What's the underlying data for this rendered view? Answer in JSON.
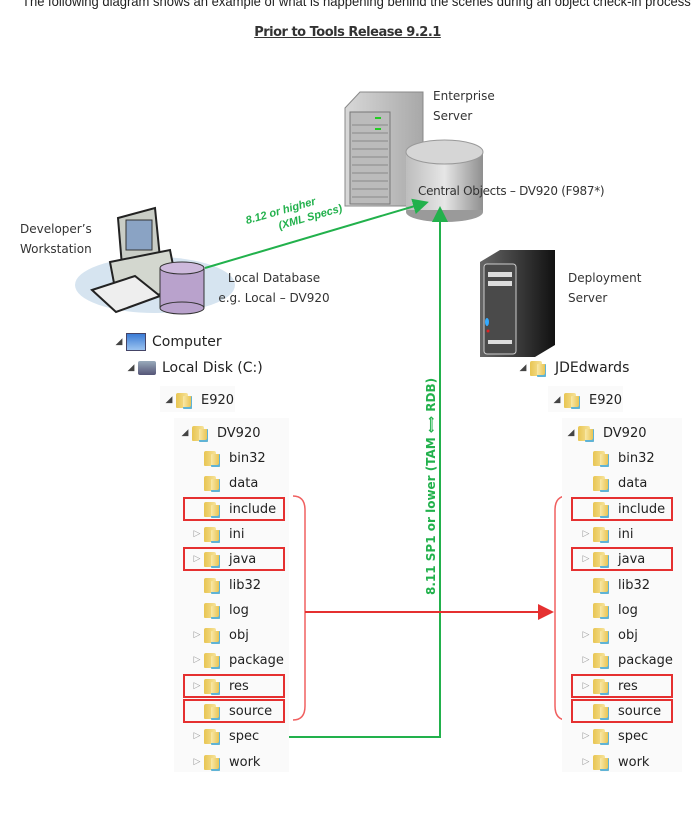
{
  "intro_text": "The following diagram shows an example of what is happening behind the scenes during an object check-in process for",
  "title": "Prior to Tools Release 9.2.1",
  "nodes": {
    "workstation": [
      "Developer’s",
      "Workstation"
    ],
    "local_db": [
      "Local Database",
      "e.g. Local – DV920"
    ],
    "enterprise_server": [
      "Enterprise",
      "Server"
    ],
    "central_objects": "Central Objects – DV920 (F987*)",
    "deployment_server": [
      "Deployment",
      "Server"
    ]
  },
  "connections": {
    "xml_specs_line1": "8.12 or higher",
    "xml_specs_line2": "(XML Specs)",
    "tam_rdb": "8.11 SP1 or lower (TAM ⟺ RDB)",
    "green_color": "#22b14c",
    "red_color": "#e53030"
  },
  "left_tree": {
    "computer": "Computer",
    "local_disk": "Local Disk (C:)",
    "e920": "E920",
    "dv920": "DV920",
    "folders": [
      {
        "name": "bin32",
        "expandable": false,
        "highlighted": false
      },
      {
        "name": "data",
        "expandable": false,
        "highlighted": false
      },
      {
        "name": "include",
        "expandable": false,
        "highlighted": true
      },
      {
        "name": "ini",
        "expandable": true,
        "highlighted": false
      },
      {
        "name": "java",
        "expandable": true,
        "highlighted": true
      },
      {
        "name": "lib32",
        "expandable": false,
        "highlighted": false
      },
      {
        "name": "log",
        "expandable": false,
        "highlighted": false
      },
      {
        "name": "obj",
        "expandable": true,
        "highlighted": false
      },
      {
        "name": "package",
        "expandable": true,
        "highlighted": false
      },
      {
        "name": "res",
        "expandable": true,
        "highlighted": true
      },
      {
        "name": "source",
        "expandable": false,
        "highlighted": true
      },
      {
        "name": "spec",
        "expandable": true,
        "highlighted": false
      },
      {
        "name": "work",
        "expandable": true,
        "highlighted": false
      }
    ]
  },
  "right_tree": {
    "jdedwards": "JDEdwards",
    "e920": "E920",
    "dv920": "DV920",
    "folders": [
      {
        "name": "bin32",
        "expandable": false,
        "highlighted": false
      },
      {
        "name": "data",
        "expandable": false,
        "highlighted": false
      },
      {
        "name": "include",
        "expandable": false,
        "highlighted": true
      },
      {
        "name": "ini",
        "expandable": true,
        "highlighted": false
      },
      {
        "name": "java",
        "expandable": true,
        "highlighted": true
      },
      {
        "name": "lib32",
        "expandable": false,
        "highlighted": false
      },
      {
        "name": "log",
        "expandable": false,
        "highlighted": false
      },
      {
        "name": "obj",
        "expandable": true,
        "highlighted": false
      },
      {
        "name": "package",
        "expandable": true,
        "highlighted": false
      },
      {
        "name": "res",
        "expandable": true,
        "highlighted": true
      },
      {
        "name": "source",
        "expandable": false,
        "highlighted": true
      },
      {
        "name": "spec",
        "expandable": true,
        "highlighted": false
      },
      {
        "name": "work",
        "expandable": true,
        "highlighted": false
      }
    ]
  }
}
